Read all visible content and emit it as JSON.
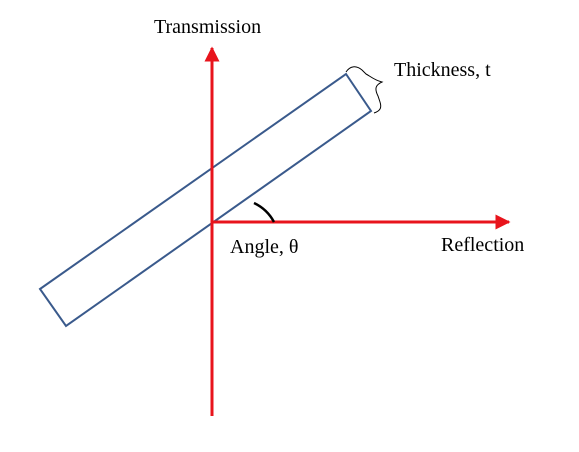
{
  "labels": {
    "transmission": "Transmission",
    "reflection": "Reflection",
    "angle": "Angle, θ",
    "thickness": "Thickness, t"
  },
  "colors": {
    "axis": "#e8141c",
    "slab": "#3a5a8c",
    "arc": "#000000",
    "brace": "#000000",
    "text": "#000000"
  }
}
